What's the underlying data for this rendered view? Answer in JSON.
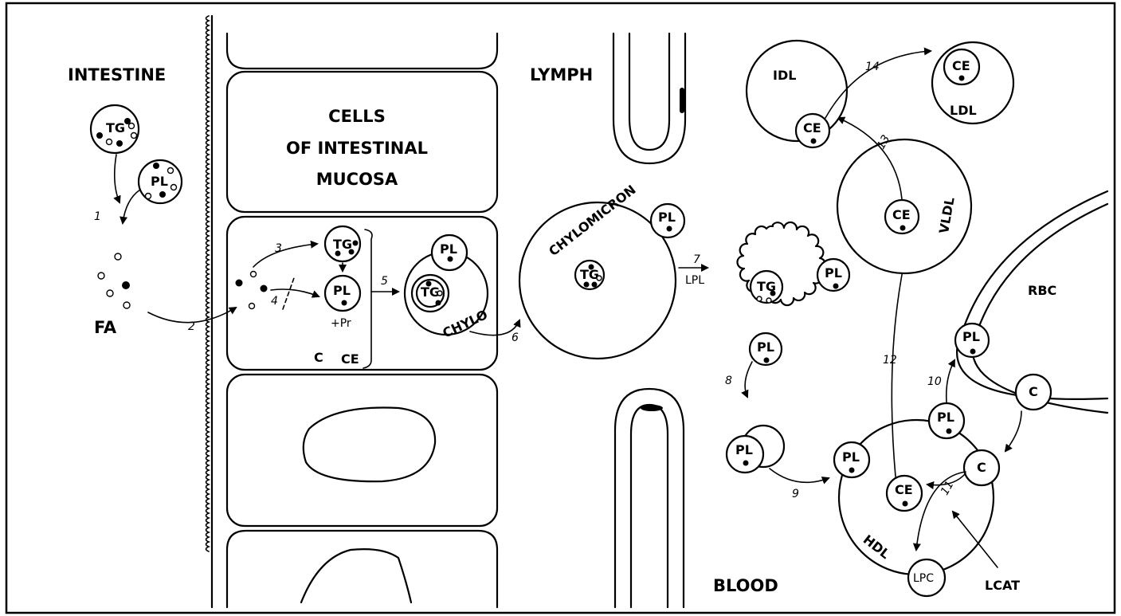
{
  "regions": {
    "intestine": "INTESTINE",
    "cells": [
      "CELLS",
      "OF INTESTINAL",
      "MUCOSA"
    ],
    "lymph": "LYMPH",
    "blood": "BLOOD",
    "rbc": "RBC"
  },
  "particles": {
    "tg": "TG",
    "pl": "PL",
    "fa": "FA",
    "pr": "+Pr",
    "c": "C",
    "ce": "CE",
    "chylo": "CHYLO",
    "chylomicron": "CHYLOMICRON",
    "lpl": "LPL",
    "idl": "IDL",
    "ldl": "LDL",
    "vldl": "VLDL",
    "hdl": "HDL",
    "lpc": "LPC",
    "lcat": "LCAT"
  },
  "steps": [
    "1",
    "2",
    "3",
    "4",
    "5",
    "6",
    "7",
    "8",
    "9",
    "10",
    "11",
    "12",
    "13",
    "14"
  ]
}
